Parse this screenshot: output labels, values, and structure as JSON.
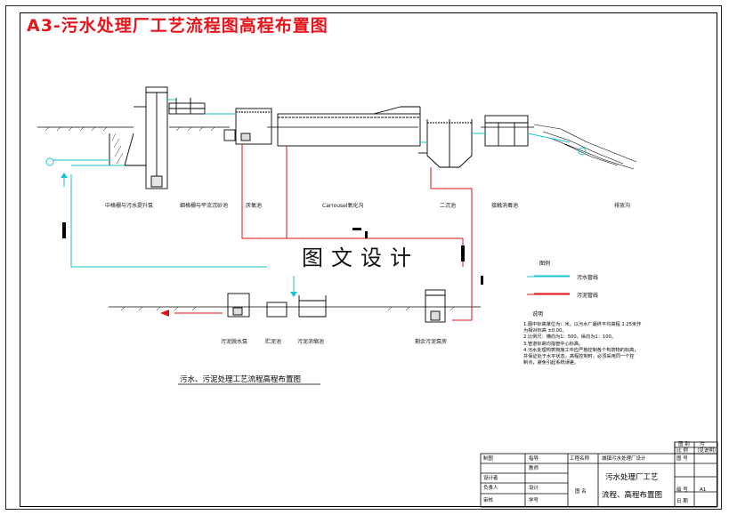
{
  "banner": {
    "title": "A3-污水处理厂工艺流程图高程布置图"
  },
  "units": [
    {
      "id": "u1",
      "label": "中格栅与污水提升泵"
    },
    {
      "id": "u2",
      "label": "细格栅与平流沉砂池"
    },
    {
      "id": "u3",
      "label": "厌氧池"
    },
    {
      "id": "u4",
      "label": "Carrousel氧化沟"
    },
    {
      "id": "u5",
      "label": "二沉池"
    },
    {
      "id": "u6",
      "label": "接触消毒池"
    },
    {
      "id": "u7",
      "label": "排放沟"
    },
    {
      "id": "u8",
      "label": "污泥脱水泵"
    },
    {
      "id": "u9",
      "label": "贮泥池"
    },
    {
      "id": "u10",
      "label": "污泥浓缩池"
    },
    {
      "id": "u11",
      "label": "剩余污泥泵房"
    }
  ],
  "watermark": "图文设计",
  "subtitle": "污水、污泥处理工艺流程高程布置图",
  "legend": {
    "title": "图例",
    "items": [
      {
        "label": "污水管线",
        "color": "#16c6cc"
      },
      {
        "label": "污泥管线",
        "color": "#e01010"
      }
    ]
  },
  "notes": {
    "title": "说明",
    "lines": [
      "1.图中标高单位为：米。以污水厂最终平均高程 2.25米作",
      "   为相对标高 ±0.00。",
      "2.比例尺：横向为1：500，纵向为1：100。",
      "3.管道标高均指管中心标高。",
      "4.污水处理构筑物施工中应严格控制各个构筑物的标高，",
      "   并保证处于水平状态，高程控制时，必须采用同一个控",
      "   制点，避免引起系统误差。"
    ]
  },
  "title_block": {
    "scale_label": "比 例",
    "scale_value": "（见说明）",
    "drawing_no_label": "图 号",
    "drawing_class_label": "图 别",
    "drawing_class_value": "污",
    "sheet_label": "级 号",
    "sheet_value": "A1",
    "date_label": "日 期",
    "project_label": "工程名称",
    "project_value": "城镇污水处理厂设计",
    "figure_label": "图 名",
    "figure_title_1": "污水处理厂工艺",
    "figure_title_2": "流程、高程布置图",
    "left_rows": [
      "制图",
      "设计者",
      "负责人",
      "审核"
    ],
    "mid_rows": [
      "指导",
      "教师",
      "设计",
      "学号"
    ]
  },
  "colors": {
    "sewage": "#16c6cc",
    "sludge": "#e01010",
    "banner": "#e8141b"
  }
}
